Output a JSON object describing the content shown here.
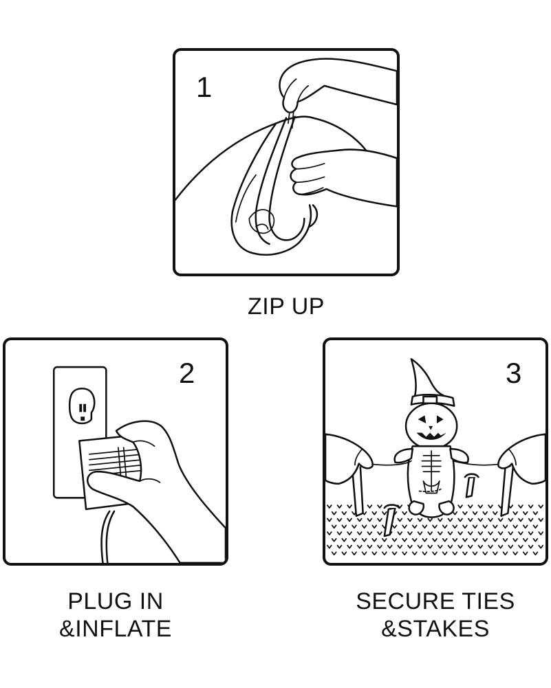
{
  "steps": [
    {
      "number": "1",
      "caption_lines": [
        "ZIP UP"
      ],
      "illustration": "hands-zipping-bag-icon"
    },
    {
      "number": "2",
      "caption_lines": [
        "PLUG IN",
        "&INFLATE"
      ],
      "illustration": "hand-plugging-adapter-icon"
    },
    {
      "number": "3",
      "caption_lines": [
        "SECURE TIES",
        "&STAKES"
      ],
      "illustration": "inflatable-staked-in-grass-icon"
    }
  ]
}
